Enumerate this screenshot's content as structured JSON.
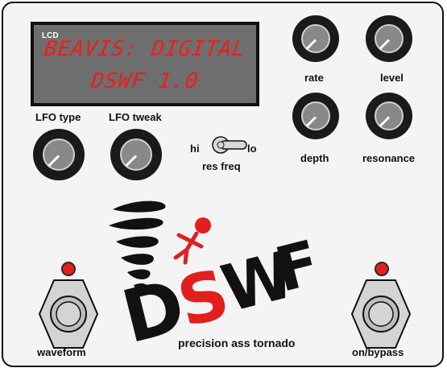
{
  "lcd": {
    "tag": "LCD",
    "line1": "BEAVIS: DIGITAL",
    "line2": "DSWF 1.0"
  },
  "knobs": {
    "rate": "rate",
    "level": "level",
    "depth": "depth",
    "resonance": "resonance",
    "lfo_type": "LFO type",
    "lfo_tweak": "LFO tweak"
  },
  "toggle": {
    "hi": "hi",
    "lo": "lo",
    "label": "res freq"
  },
  "logo": {
    "name": "DSWF",
    "tagline": "precision ass tornado"
  },
  "footswitches": {
    "left": "waveform",
    "right": "on/bypass"
  },
  "colors": {
    "accent_red": "#e11f1f",
    "lcd_bg": "#6e6e6e",
    "knob_black": "#1a1a1a"
  }
}
